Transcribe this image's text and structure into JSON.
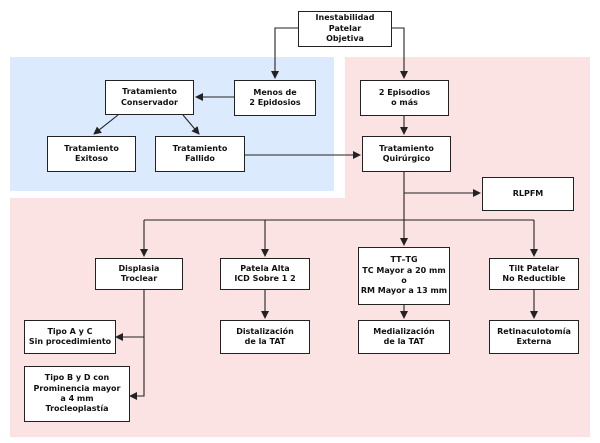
{
  "nodes": {
    "root": [
      "Inestabilidad",
      "Patelar",
      "Objetiva"
    ],
    "menos": [
      "Menos de",
      "2 Epidosios"
    ],
    "conservador": [
      "Tratamiento",
      "Conservador"
    ],
    "exitoso": [
      "Tratamiento",
      "Exitoso"
    ],
    "fallido": [
      "Tratamiento",
      "Fallido"
    ],
    "dos_episodios": [
      "2 Episodios",
      "o más"
    ],
    "quirurgico": [
      "Tratamiento",
      "Quirúrgico"
    ],
    "rlpfm": [
      "RLPFM"
    ],
    "displasia": [
      "Displasia",
      "Troclear"
    ],
    "patela_alta": [
      "Patela Alta",
      "ICD Sobre 1 2"
    ],
    "tt_tg": [
      "TT–TG",
      "TC Mayor a 20 mm",
      "o",
      "RM Mayor a 13 mm"
    ],
    "tilt": [
      "Tilt Patelar",
      "No Reductible"
    ],
    "tipo_ac": [
      "Tipo A y C",
      "Sin procedimiento"
    ],
    "tipo_bd": [
      "Tipo B y D con",
      "Prominencia mayor",
      "a 4 mm",
      "Trocleoplastía"
    ],
    "distalizacion": [
      "Distalización",
      "de la TAT"
    ],
    "medializacion": [
      "Medialización",
      "de la TAT"
    ],
    "retinaculotomia": [
      "Retinaculotomía",
      "Externa"
    ]
  },
  "colors": {
    "left_region": "#dbeafc",
    "right_region": "#fbe2e3",
    "box_border": "#222222",
    "box_fill": "#ffffff"
  }
}
